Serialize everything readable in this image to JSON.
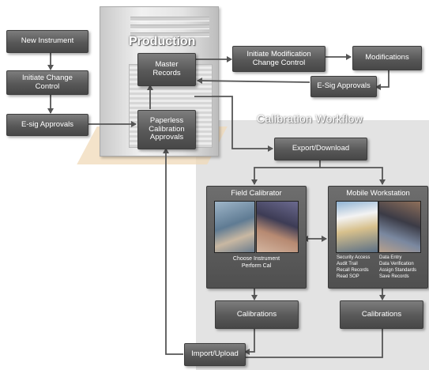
{
  "production": {
    "title": "Production"
  },
  "workflow": {
    "title": "Calibration Workflow"
  },
  "boxes": {
    "new_instrument": "New Instrument",
    "initiate_change_control": "Initiate Change\nControl",
    "esig_approvals_left": "E-sig Approvals",
    "master_records": "Master\nRecords",
    "paperless_approvals": "Paperless\nCalibration\nApprovals",
    "initiate_modification": "Initiate Modification\nChange Control",
    "modifications": "Modifications",
    "esig_approvals_right": "E-Sig Approvals",
    "export_download": "Export/Download",
    "calibrations_left": "Calibrations",
    "calibrations_right": "Calibrations",
    "import_upload": "Import/Upload"
  },
  "field_calibrator": {
    "title": "Field Calibrator",
    "caption": "Choose Instrument\nPerform Cal"
  },
  "mobile_workstation": {
    "title": "Mobile Workstation",
    "features_left": [
      "Security Access",
      "Audit Trail",
      "Recall Records",
      "Read SOP"
    ],
    "features_right": [
      "Data Entry",
      "Data Verification",
      "Assign Standards",
      "Save Records"
    ]
  },
  "colors": {
    "box": "#555555",
    "arrow": "#555555",
    "panel_bg": "#e3e3e3"
  }
}
